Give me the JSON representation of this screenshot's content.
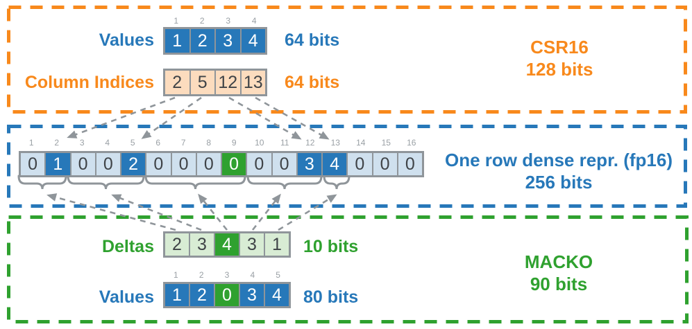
{
  "palette": {
    "blue": "#2778b9",
    "light_blue": "#cfe0ee",
    "green": "#2fa12f",
    "light_green": "#d8ecd4",
    "tan": "#fcdcbe",
    "orange": "#f8891c",
    "stroke_gray": "#8f959a",
    "idx_gray": "#9aa0a5",
    "dark_text": "#3f4347"
  },
  "csr16": {
    "group_label": "CSR16",
    "group_bits": "128 bits",
    "values": {
      "label": "Values",
      "bits": "64 bits",
      "indices": [
        "1",
        "2",
        "3",
        "4"
      ],
      "cells": [
        {
          "v": "1",
          "style": "blue"
        },
        {
          "v": "2",
          "style": "blue"
        },
        {
          "v": "3",
          "style": "blue"
        },
        {
          "v": "4",
          "style": "blue"
        }
      ]
    },
    "column_indices": {
      "label": "Column Indices",
      "bits": "64 bits",
      "cells": [
        {
          "v": "2",
          "style": "tan"
        },
        {
          "v": "5",
          "style": "tan"
        },
        {
          "v": "12",
          "style": "tan"
        },
        {
          "v": "13",
          "style": "tan"
        }
      ]
    }
  },
  "dense": {
    "label_line1": "One row dense repr. (fp16)",
    "label_line2": "256 bits",
    "indices": [
      "1",
      "2",
      "3",
      "4",
      "5",
      "6",
      "7",
      "8",
      "9",
      "10",
      "11",
      "12",
      "13",
      "14",
      "15",
      "16"
    ],
    "cells": [
      {
        "v": "0",
        "style": "light_blue"
      },
      {
        "v": "1",
        "style": "blue"
      },
      {
        "v": "0",
        "style": "light_blue"
      },
      {
        "v": "0",
        "style": "light_blue"
      },
      {
        "v": "2",
        "style": "blue"
      },
      {
        "v": "0",
        "style": "light_blue"
      },
      {
        "v": "0",
        "style": "light_blue"
      },
      {
        "v": "0",
        "style": "light_blue"
      },
      {
        "v": "0",
        "style": "green"
      },
      {
        "v": "0",
        "style": "light_blue"
      },
      {
        "v": "0",
        "style": "light_blue"
      },
      {
        "v": "3",
        "style": "blue"
      },
      {
        "v": "4",
        "style": "blue"
      },
      {
        "v": "0",
        "style": "light_blue"
      },
      {
        "v": "0",
        "style": "light_blue"
      },
      {
        "v": "0",
        "style": "light_blue"
      }
    ]
  },
  "macko": {
    "group_label": "MACKO",
    "group_bits": "90 bits",
    "deltas": {
      "label": "Deltas",
      "bits": "10 bits",
      "cells": [
        {
          "v": "2",
          "style": "light_green"
        },
        {
          "v": "3",
          "style": "light_green"
        },
        {
          "v": "4",
          "style": "green"
        },
        {
          "v": "3",
          "style": "light_green"
        },
        {
          "v": "1",
          "style": "light_green"
        }
      ]
    },
    "values": {
      "label": "Values",
      "bits": "80 bits",
      "indices": [
        "1",
        "2",
        "3",
        "4",
        "5"
      ],
      "cells": [
        {
          "v": "1",
          "style": "blue"
        },
        {
          "v": "2",
          "style": "blue"
        },
        {
          "v": "0",
          "style": "green"
        },
        {
          "v": "3",
          "style": "blue"
        },
        {
          "v": "4",
          "style": "blue"
        }
      ]
    }
  }
}
